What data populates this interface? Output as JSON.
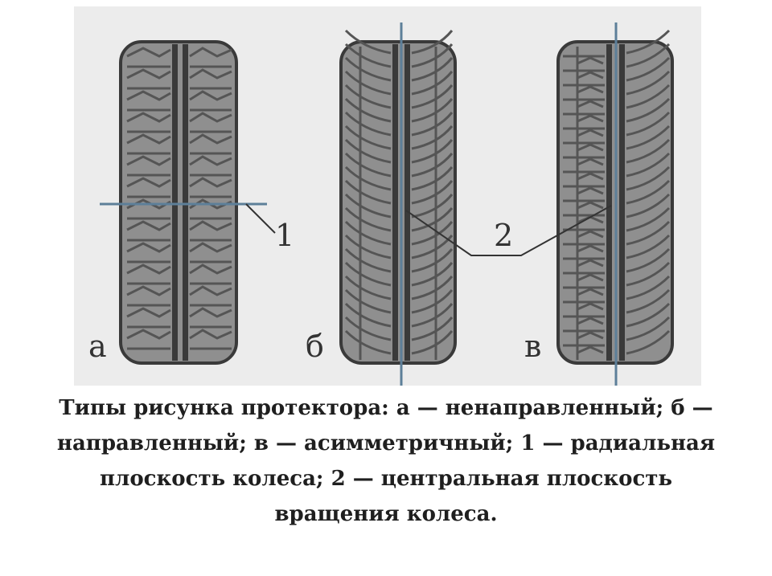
{
  "diagram": {
    "tires": [
      {
        "id": "a",
        "letter": "а"
      },
      {
        "id": "b",
        "letter": "б"
      },
      {
        "id": "v",
        "letter": "в"
      }
    ],
    "callouts": {
      "radial": "1",
      "central": "2"
    },
    "colors": {
      "panel": "#ececec",
      "tire": "#8f8f8f",
      "groove": "#3a3a3a",
      "tread": "#555555",
      "plane_line": "#5d7f99"
    }
  },
  "caption": {
    "lines": [
      "Типы рисунка протектора: а — ненаправленный; б —",
      "направленный; в — асимметричный; 1 — радиальная",
      "плоскость колеса; 2 — центральная плоскость",
      "вращения колеса."
    ]
  }
}
